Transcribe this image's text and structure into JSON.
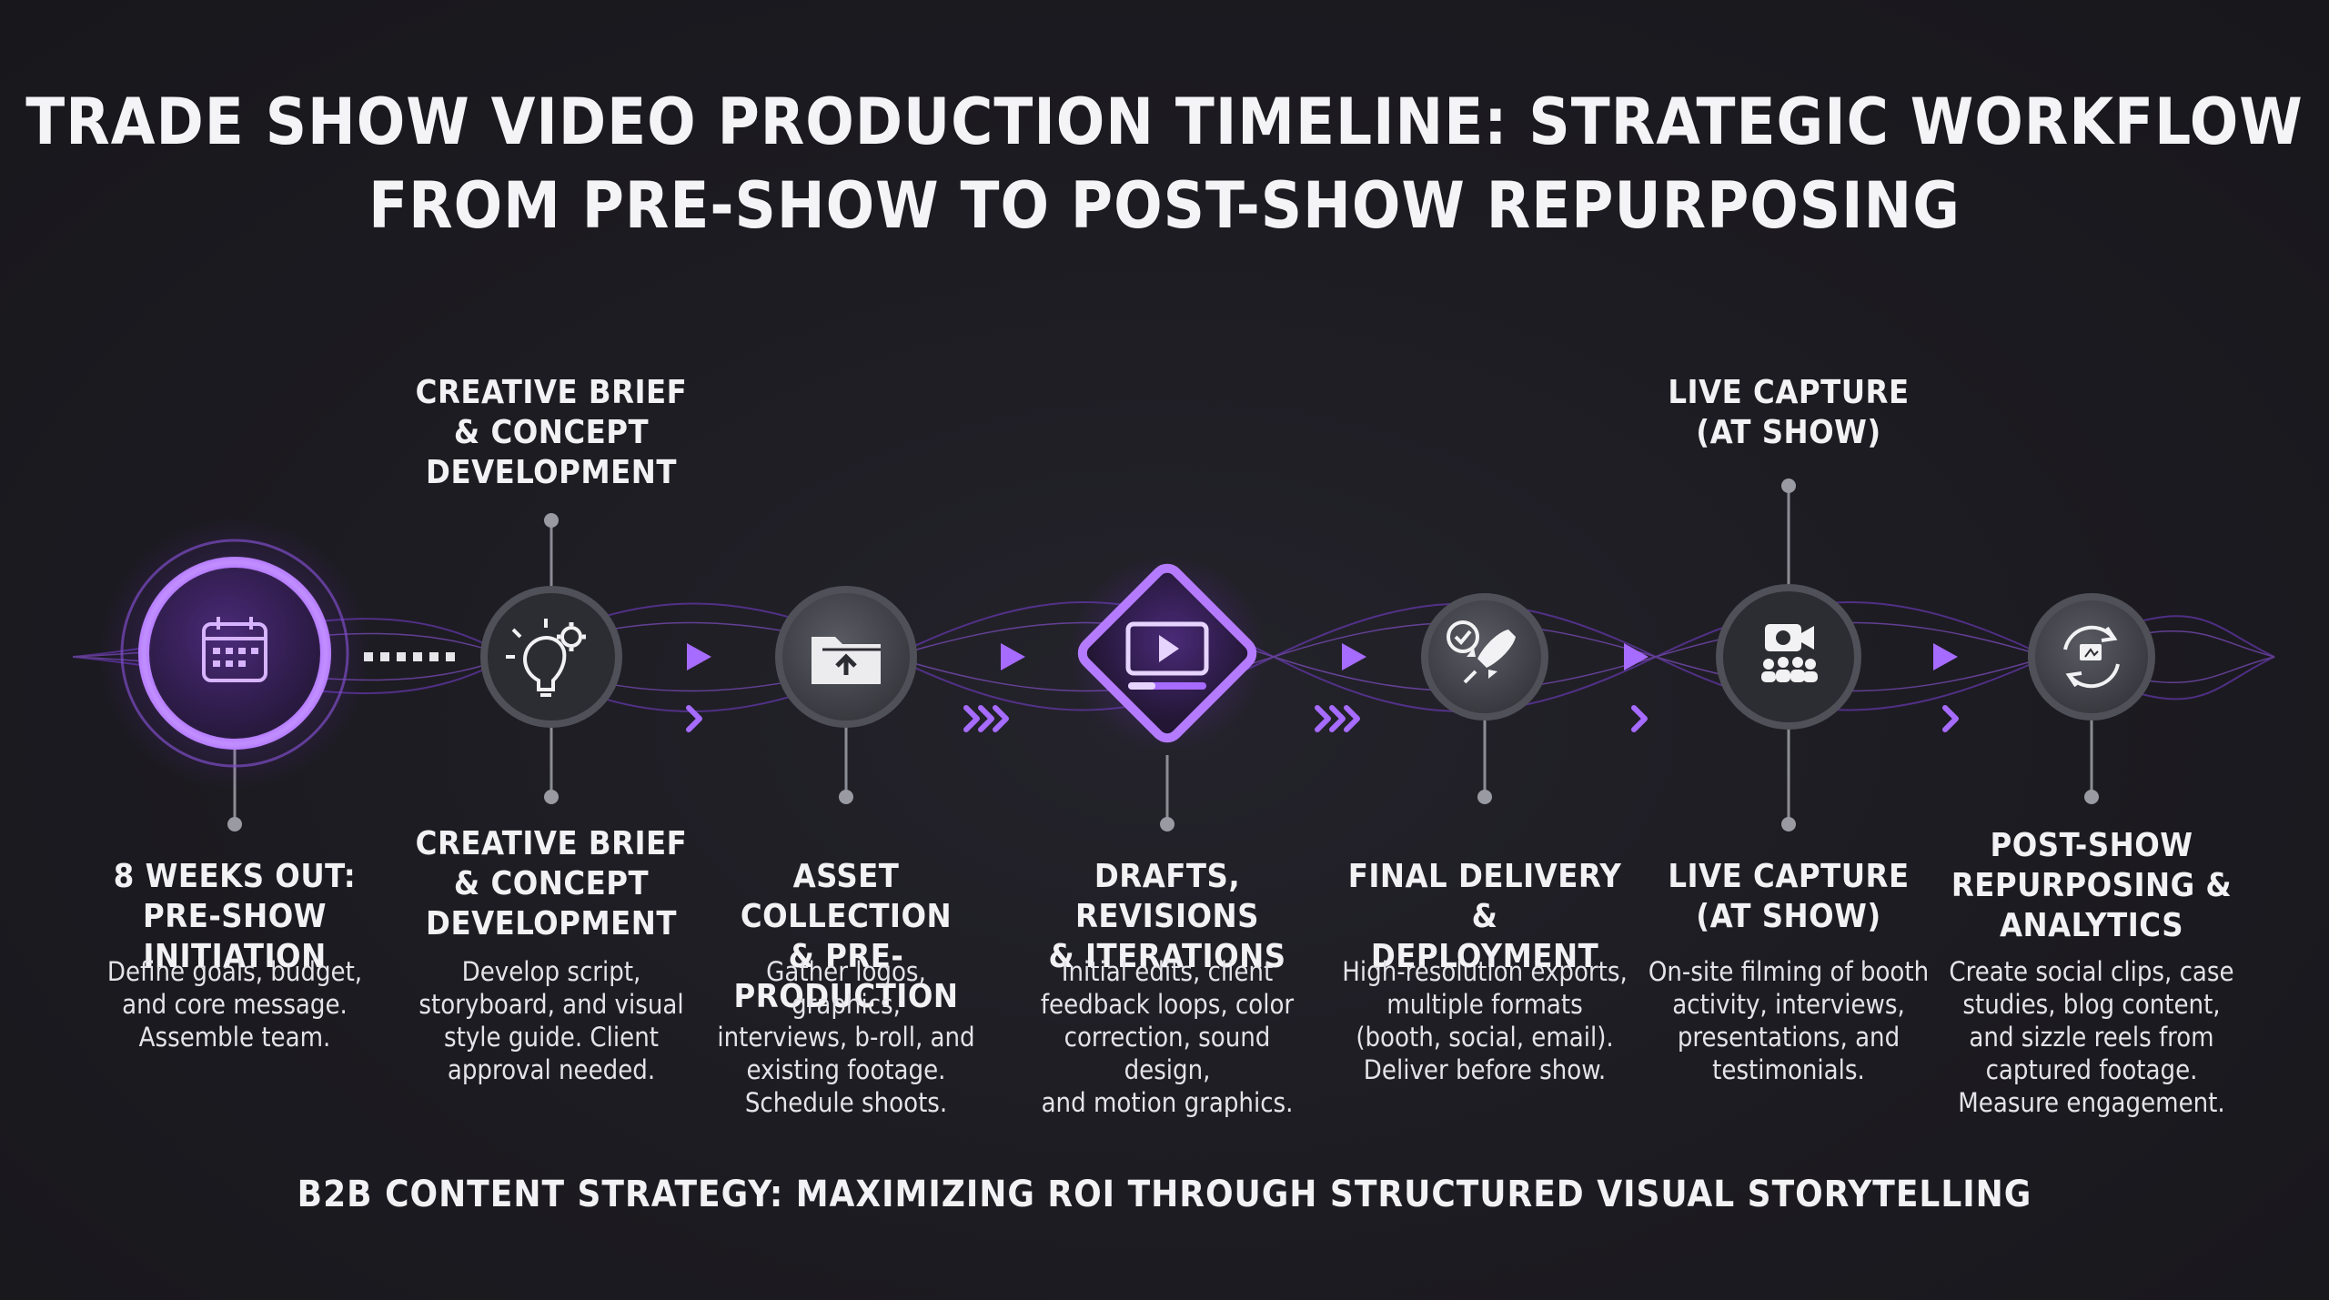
{
  "title": {
    "line1": "TRADE SHOW VIDEO PRODUCTION TIMELINE: STRATEGIC WORKFLOW",
    "line2": "FROM PRE-SHOW TO POST-SHOW REPURPOSING"
  },
  "top_labels": {
    "creative": [
      "CREATIVE BRIEF",
      "& CONCEPT",
      "DEVELOPMENT"
    ],
    "live": [
      "LIVE CAPTURE",
      "(AT SHOW)"
    ]
  },
  "stages": [
    {
      "icon": "calendar-icon",
      "title": [
        "8 WEEKS OUT:",
        "PRE-SHOW INITIATION"
      ],
      "desc": [
        "Define goals, budget,",
        "and core message.",
        "Assemble team."
      ]
    },
    {
      "icon": "lightbulb-gear-icon",
      "title": [
        "CREATIVE BRIEF",
        "& CONCEPT",
        "DEVELOPMENT"
      ],
      "desc": [
        "Develop script,",
        "storyboard, and visual",
        "style guide. Client",
        "approval needed."
      ]
    },
    {
      "icon": "folder-upload-icon",
      "title": [
        "ASSET COLLECTION",
        "& PRE-PRODUCTION"
      ],
      "desc": [
        "Gather logos, graphics,",
        "interviews, b-roll, and",
        "existing footage.",
        "Schedule shoots."
      ]
    },
    {
      "icon": "video-play-icon",
      "title": [
        "DRAFTS, REVISIONS",
        "& ITERATIONS"
      ],
      "desc": [
        "Initial edits, client",
        "feedback loops, color",
        "correction, sound design,",
        "and motion graphics."
      ]
    },
    {
      "icon": "rocket-check-icon",
      "title": [
        "FINAL DELIVERY &",
        "DEPLOYMENT"
      ],
      "desc": [
        "High-resolution exports,",
        "multiple formats",
        "(booth, social, email).",
        "Deliver before show."
      ]
    },
    {
      "icon": "camera-audience-icon",
      "title": [
        "LIVE CAPTURE",
        "(AT SHOW)"
      ],
      "desc": [
        "On-site filming of booth",
        "activity, interviews,",
        "presentations, and",
        "testimonials."
      ]
    },
    {
      "icon": "repurpose-cycle-icon",
      "title": [
        "POST-SHOW",
        "REPURPOSING &",
        "ANALYTICS"
      ],
      "desc": [
        "Create social clips, case",
        "studies, blog content,",
        "and sizzle reels from",
        "captured footage.",
        "Measure engagement."
      ]
    }
  ],
  "footer": "B2B CONTENT STRATEGY: MAXIMIZING ROI THROUGH STRUCTURED VISUAL STORYTELLING",
  "colors": {
    "background": "#1c1b21",
    "accent": "#9b4dff",
    "accent_light": "#c89bff",
    "node_gray": "#505058",
    "text": "#f2f2f4"
  }
}
